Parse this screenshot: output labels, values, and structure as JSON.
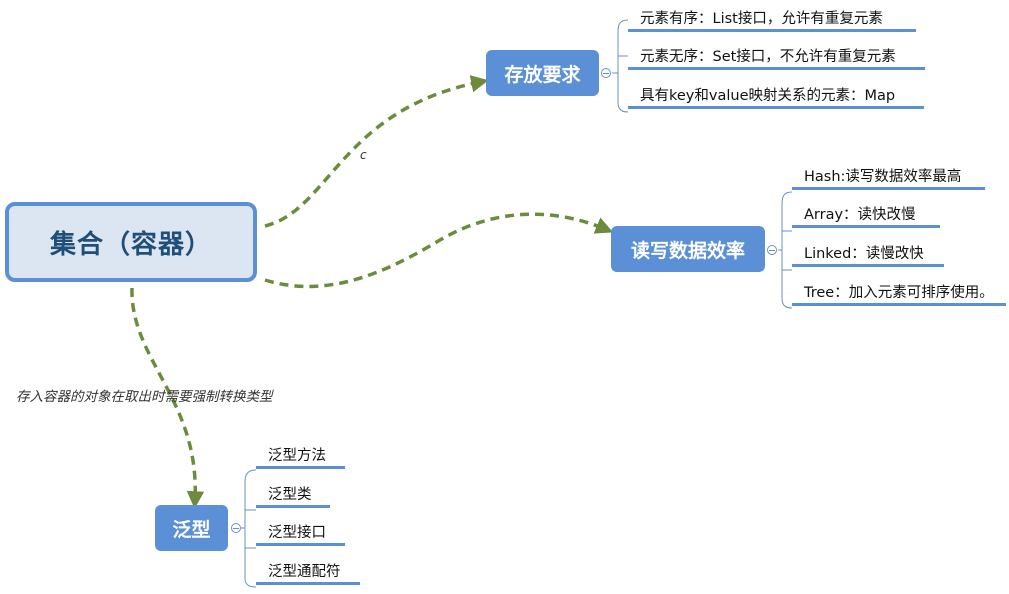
{
  "root": {
    "label": "集合（容器）"
  },
  "topics": {
    "storage": {
      "label": "存放要求",
      "items": [
        "元素有序：List接口，允许有重复元素",
        "元素无序：Set接口，不允许有重复元素",
        "具有key和value映射关系的元素：Map"
      ]
    },
    "rw": {
      "label": "读写数据效率",
      "items": [
        "Hash:读写数据效率最高",
        "Array：读快改慢",
        "Linked：读慢改快",
        "Tree：加入元素可排序使用。"
      ]
    },
    "generic": {
      "label": "泛型",
      "items": [
        "泛型方法",
        "泛型类",
        "泛型接口",
        "泛型通配符"
      ]
    }
  },
  "edges": {
    "generic_label": "存入容器的对象在取出时需要强制转换类型",
    "storage_label": "c"
  },
  "colors": {
    "topic_fill": "#5b8fd6",
    "root_fill": "#dce6f2",
    "root_text": "#1f4e79",
    "connector_green": "#6e8b3d"
  }
}
